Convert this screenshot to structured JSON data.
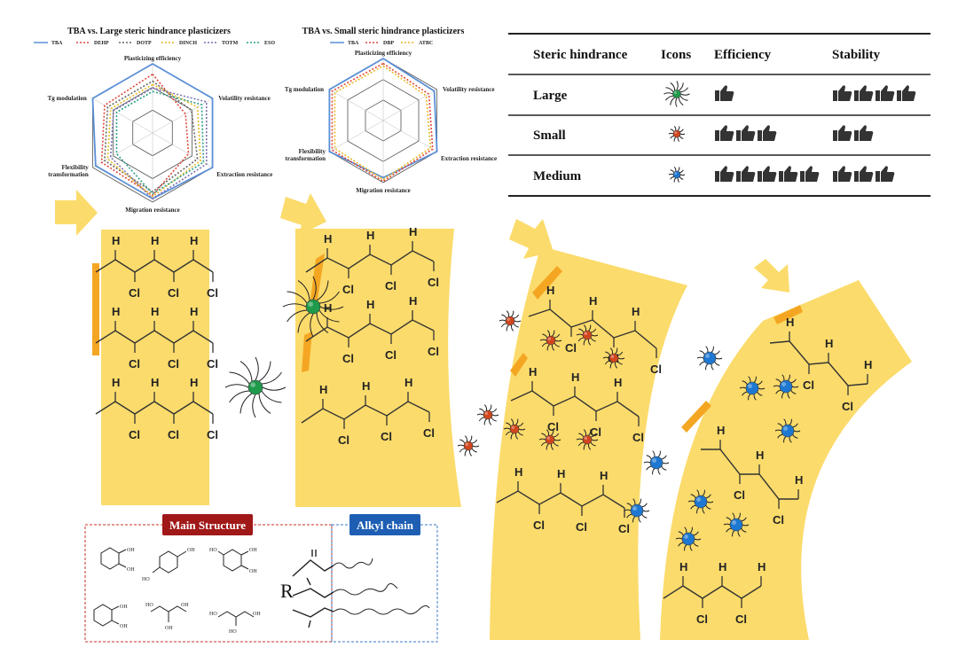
{
  "radar_large": {
    "title": "TBA vs. Large steric hindrance plasticizers",
    "legend": [
      {
        "name": "TBA",
        "color": "#5b8fd6",
        "dash": ""
      },
      {
        "name": "DEHP",
        "color": "#e0463a",
        "dash": "2,2"
      },
      {
        "name": "DOTP",
        "color": "#666666",
        "dash": "2,2"
      },
      {
        "name": "DINCH",
        "color": "#e8b923",
        "dash": "2,2"
      },
      {
        "name": "TOTM",
        "color": "#7a6fb0",
        "dash": "2,2"
      },
      {
        "name": "ESO",
        "color": "#2aa08a",
        "dash": "2,2"
      }
    ],
    "axes": [
      "Plasticizing efficiency",
      "Volatility resistance",
      "Extraction resistance",
      "Migration resistance",
      "Flexibility transformation",
      "Tg modulation"
    ]
  },
  "radar_small": {
    "title": "TBA vs. Small steric hindrance plasticizers",
    "legend": [
      {
        "name": "TBA",
        "color": "#5b8fd6",
        "dash": ""
      },
      {
        "name": "DBP",
        "color": "#e0463a",
        "dash": "2,2"
      },
      {
        "name": "ATBC",
        "color": "#e8b923",
        "dash": "2,2"
      }
    ],
    "axes": [
      "Plasticizing efficiency",
      "Volatility resistance",
      "Extraction resistance",
      "Migration resistance",
      "Flexibility transformation",
      "Tg modulation"
    ]
  },
  "table": {
    "headers": [
      "Steric hindrance",
      "Icons",
      "Efficiency",
      "Stability"
    ],
    "rows": [
      {
        "label": "Large",
        "icon": "green-molecule-icon",
        "icon_color": "#1e9a4a",
        "efficiency": 1,
        "stability": 4
      },
      {
        "label": "Small",
        "icon": "orange-molecule-icon",
        "icon_color": "#d2461e",
        "efficiency": 3,
        "stability": 2
      },
      {
        "label": "Medium",
        "icon": "blue-molecule-icon",
        "icon_color": "#1e78d2",
        "efficiency": 5,
        "stability": 3
      }
    ]
  },
  "chain_labels": {
    "h": "H",
    "cl": "Cl"
  },
  "legend_box": {
    "main_structure": "Main Structure",
    "alkyl_chain": "Alkyl chain",
    "r_group": "R",
    "main_color": "#a01818",
    "alkyl_color": "#1e5fb4"
  },
  "colors": {
    "strip": "#fbdb6b",
    "strip_edge": "#f4a623",
    "arrow": "#fbdb6b"
  }
}
